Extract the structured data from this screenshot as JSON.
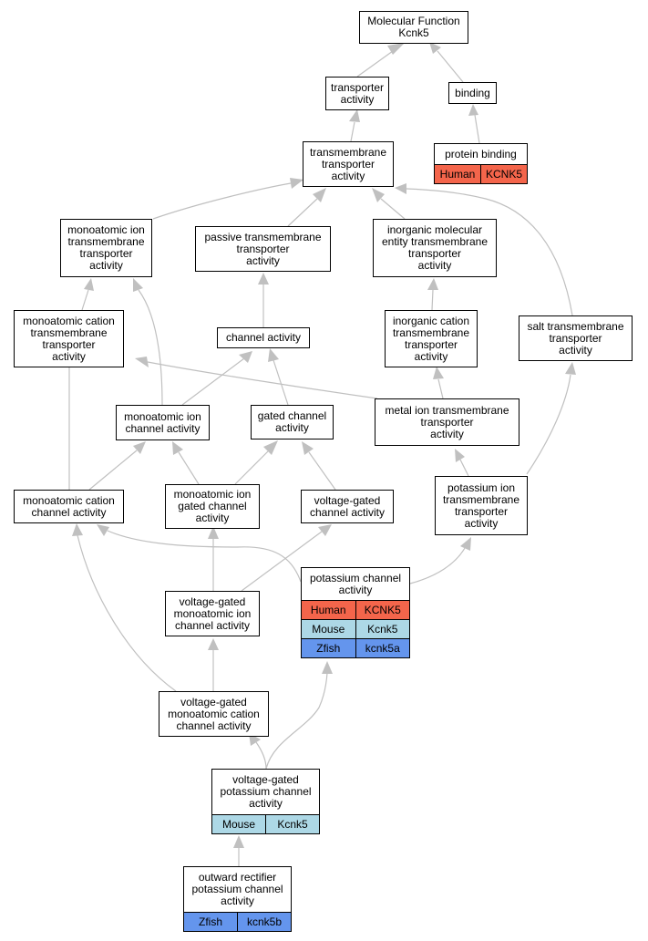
{
  "nodes": {
    "mf": "Molecular Function\nKcnk5",
    "transporter": "transporter\nactivity",
    "binding": "binding",
    "protein_binding": {
      "label": "protein binding",
      "rows": [
        {
          "species": "Human",
          "gene": "KCNK5"
        }
      ]
    },
    "tmt": "transmembrane\ntransporter\nactivity",
    "monoion_tmt": "monoatomic ion\ntransmembrane\ntransporter\nactivity",
    "passive": "passive transmembrane\ntransporter\nactivity",
    "inorg_mol": "inorganic molecular\nentity transmembrane\ntransporter\nactivity",
    "monocation_tmt": "monoatomic cation\ntransmembrane\ntransporter\nactivity",
    "channel": "channel activity",
    "inorg_cation": "inorganic cation\ntransmembrane\ntransporter\nactivity",
    "salt": "salt transmembrane\ntransporter\nactivity",
    "monoion_channel": "monoatomic ion\nchannel activity",
    "gated": "gated channel\nactivity",
    "metal": "metal ion transmembrane\ntransporter\nactivity",
    "monocation_channel": "monoatomic cation\nchannel activity",
    "monoion_gated": "monoatomic ion\ngated channel\nactivity",
    "voltage_gated": "voltage-gated\nchannel activity",
    "k_ion_tmt": "potassium ion\ntransmembrane\ntransporter\nactivity",
    "k_channel": {
      "label": "potassium channel\nactivity",
      "rows": [
        {
          "species": "Human",
          "gene": "KCNK5"
        },
        {
          "species": "Mouse",
          "gene": "Kcnk5"
        },
        {
          "species": "Zfish",
          "gene": "kcnk5a"
        }
      ]
    },
    "vg_monoion": "voltage-gated\nmonoatomic ion\nchannel activity",
    "vg_monocation": "voltage-gated\nmonoatomic cation\nchannel activity",
    "vg_k": {
      "label": "voltage-gated\npotassium channel\nactivity",
      "rows": [
        {
          "species": "Mouse",
          "gene": "Kcnk5"
        }
      ]
    },
    "outward": {
      "label": "outward rectifier\npotassium channel\nactivity",
      "rows": [
        {
          "species": "Zfish",
          "gene": "kcnk5b"
        }
      ]
    }
  },
  "colors": {
    "human_row": "#f4654b",
    "mouse_row": "#add8e6",
    "zfish_row": "#6495ed",
    "edge": "#c0c0c0"
  }
}
